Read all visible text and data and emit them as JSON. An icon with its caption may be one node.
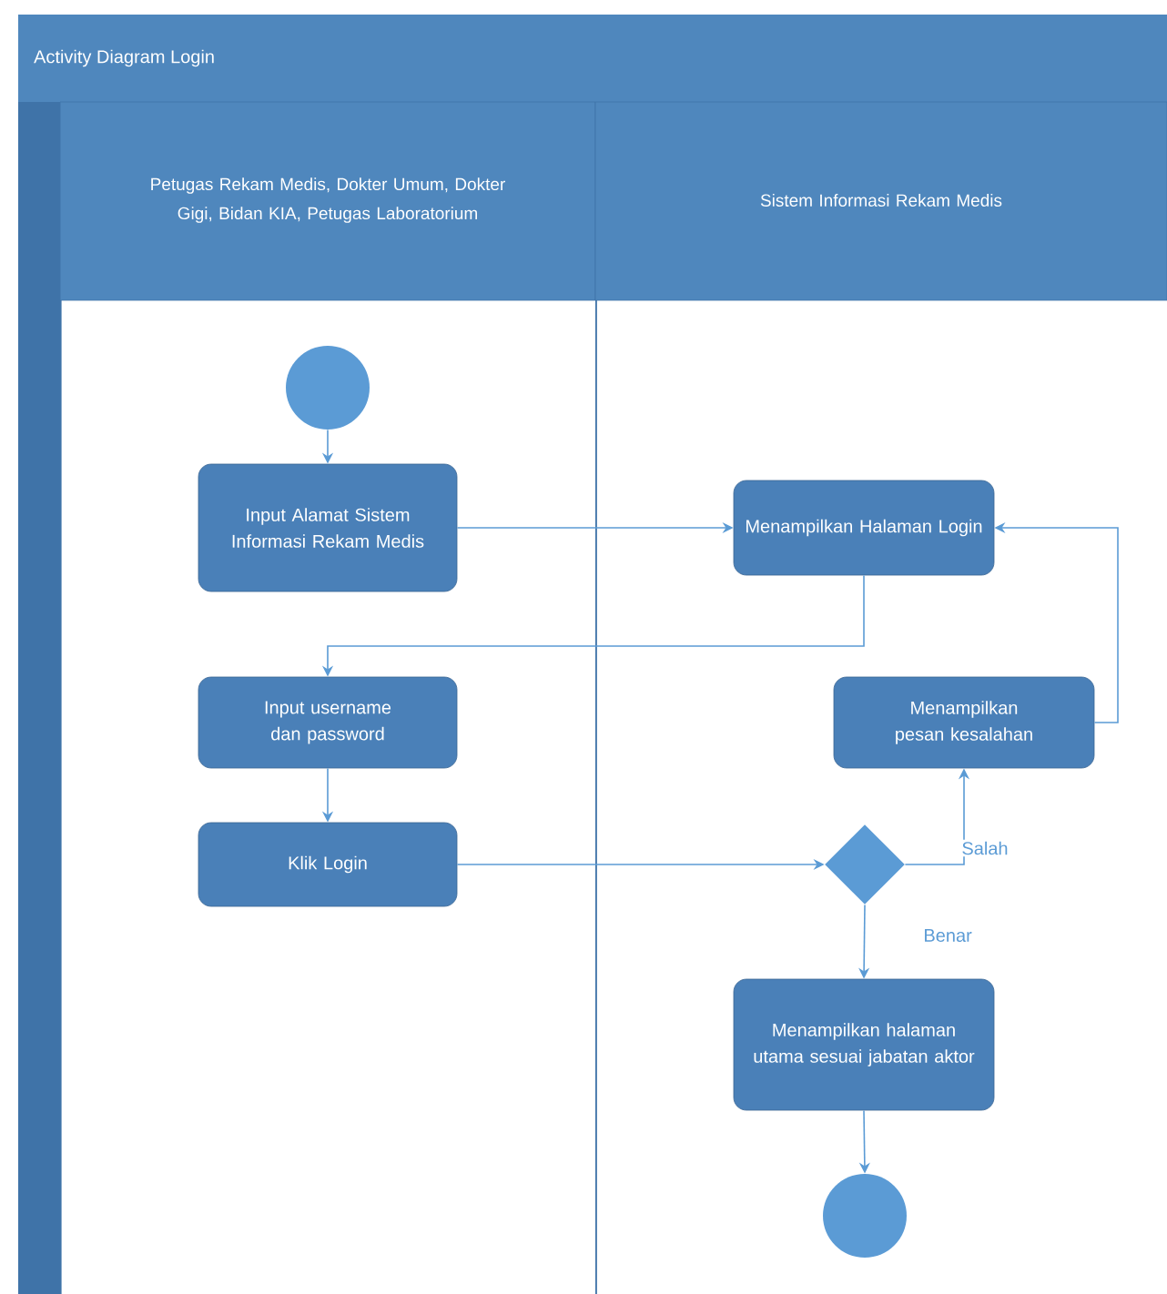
{
  "diagram": {
    "nodes": [
      {
        "text": [
          "Activity Diagram Login"
        ]
      },
      {
        "text": [
          "Petugas Rekam Medis, Dokter Umum, Dokter Gigi, Bidan KIA, Petugas Laboratorium"
        ],
        "in": 0
      },
      {
        "text": [
          "Sistem Informasi Rekam Medis"
        ],
        "in": 0
      },
      {
        "text": [],
        "shape": "circle",
        "in": 1
      },
      {
        "text": [
          "Input Alamat Sistem Informasi Rekam Medis"
        ],
        "in": 1
      },
      {
        "text": [
          "Menampilkan Halaman Login"
        ],
        "in": 2
      },
      {
        "text": [
          "Input username dan password"
        ],
        "in": 1
      },
      {
        "text": [
          "Menampilkan pesan kesalahan"
        ],
        "in": 2
      },
      {
        "text": [
          "Klik Login"
        ],
        "in": 1
      },
      {
        "text": [],
        "shape": "diamond",
        "in": 2
      },
      {
        "text": [
          "Menampilkan halaman utama sesuai jabatan aktor"
        ],
        "in": 2
      },
      {
        "text": [],
        "shape": "circle",
        "in": 2
      }
    ],
    "edges": [
      {
        "from": 3,
        "to": 4,
        "arrow": "to"
      },
      {
        "from": 4,
        "to": 5,
        "arrow": "to"
      },
      {
        "from": 5,
        "to": 6,
        "arrow": "to"
      },
      {
        "from": 6,
        "to": 8,
        "arrow": "to"
      },
      {
        "from": 8,
        "to": 9,
        "arrow": "to"
      },
      {
        "from": 9,
        "to": 7,
        "arrow": "to",
        "label": "Salah"
      },
      {
        "from": 7,
        "to": 5,
        "arrow": "to"
      },
      {
        "from": 9,
        "to": 10,
        "arrow": "to",
        "label": "Benar"
      },
      {
        "from": 10,
        "to": 11,
        "arrow": "to"
      }
    ]
  }
}
